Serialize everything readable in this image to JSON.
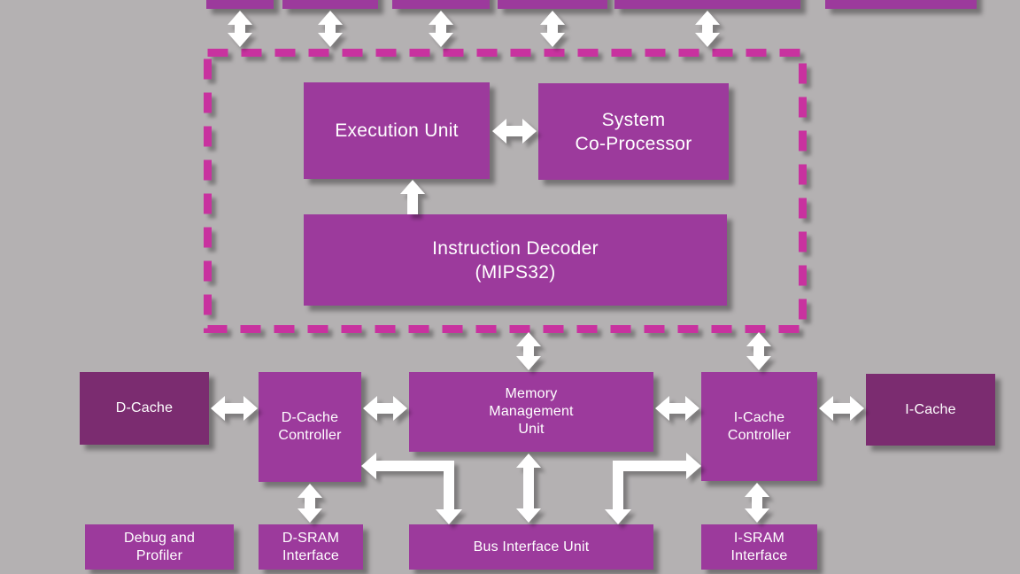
{
  "colors": {
    "background": "#b4b1b2",
    "box_fill": "#9c3a9c",
    "cache_box_fill": "#7b2c70",
    "dashed_boundary": "#c8309f",
    "arrow": "#ffffff",
    "label_text": "#ffffff"
  },
  "top_row": {
    "partial_box_count": 6,
    "labels_visible": false
  },
  "labels": {
    "execution_unit": "Execution Unit",
    "system_coprocessor": "System\nCo-Processor",
    "instruction_decoder": "Instruction Decoder\n(MIPS32)",
    "d_cache": "D-Cache",
    "d_cache_controller": "D-Cache\nController",
    "mmu": "Memory\nManagement\nUnit",
    "i_cache_controller": "I-Cache\nController",
    "i_cache": "I-Cache",
    "debug_profiler": "Debug and\nProfiler",
    "d_sram_interface": "D-SRAM\nInterface",
    "bus_interface_unit": "Bus Interface Unit",
    "i_sram_interface": "I-SRAM\nInterface"
  }
}
